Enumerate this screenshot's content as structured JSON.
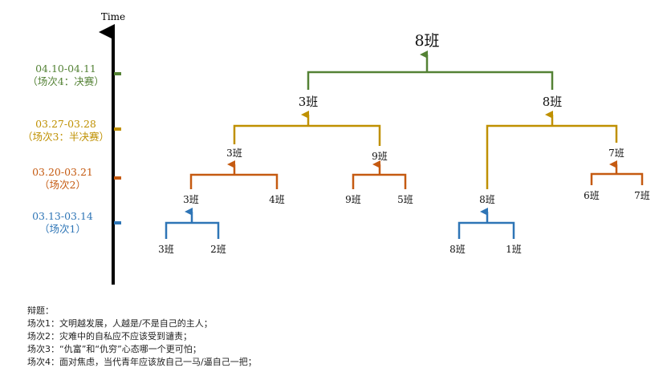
{
  "axis": {
    "label": "Time"
  },
  "colors": {
    "round1": "#2e75b6",
    "round2": "#c55a11",
    "round3": "#bf9000",
    "round4": "#548235",
    "axis": "#000000"
  },
  "rounds": [
    {
      "dates": "03.13-03.14",
      "name": "（场次1）"
    },
    {
      "dates": "03.20-03.21",
      "name": "（场次2）"
    },
    {
      "dates": "03.27-03.28",
      "name": "（场次3：半决赛）"
    },
    {
      "dates": "04.10-04.11",
      "name": "（场次4：决赛）"
    }
  ],
  "bracket": {
    "r1": [
      "3班",
      "2班",
      "8班",
      "1班"
    ],
    "r2": [
      "3班",
      "4班",
      "9班",
      "5班",
      "8班",
      "6班",
      "7班"
    ],
    "r3": [
      "3班",
      "9班",
      "7班"
    ],
    "r4": [
      "3班",
      "8班"
    ],
    "champion": "8班"
  },
  "topics": {
    "title": "辩题：",
    "items": [
      "场次1：文明越发展，人越是/不是自己的主人；",
      "场次2：灾难中的自私应不应该受到谴责；",
      "场次3：“仇富”和“仇穷”心态哪一个更可怕；",
      "场次4：面对焦虑，当代青年应该放自己一马/逼自己一把；"
    ]
  }
}
